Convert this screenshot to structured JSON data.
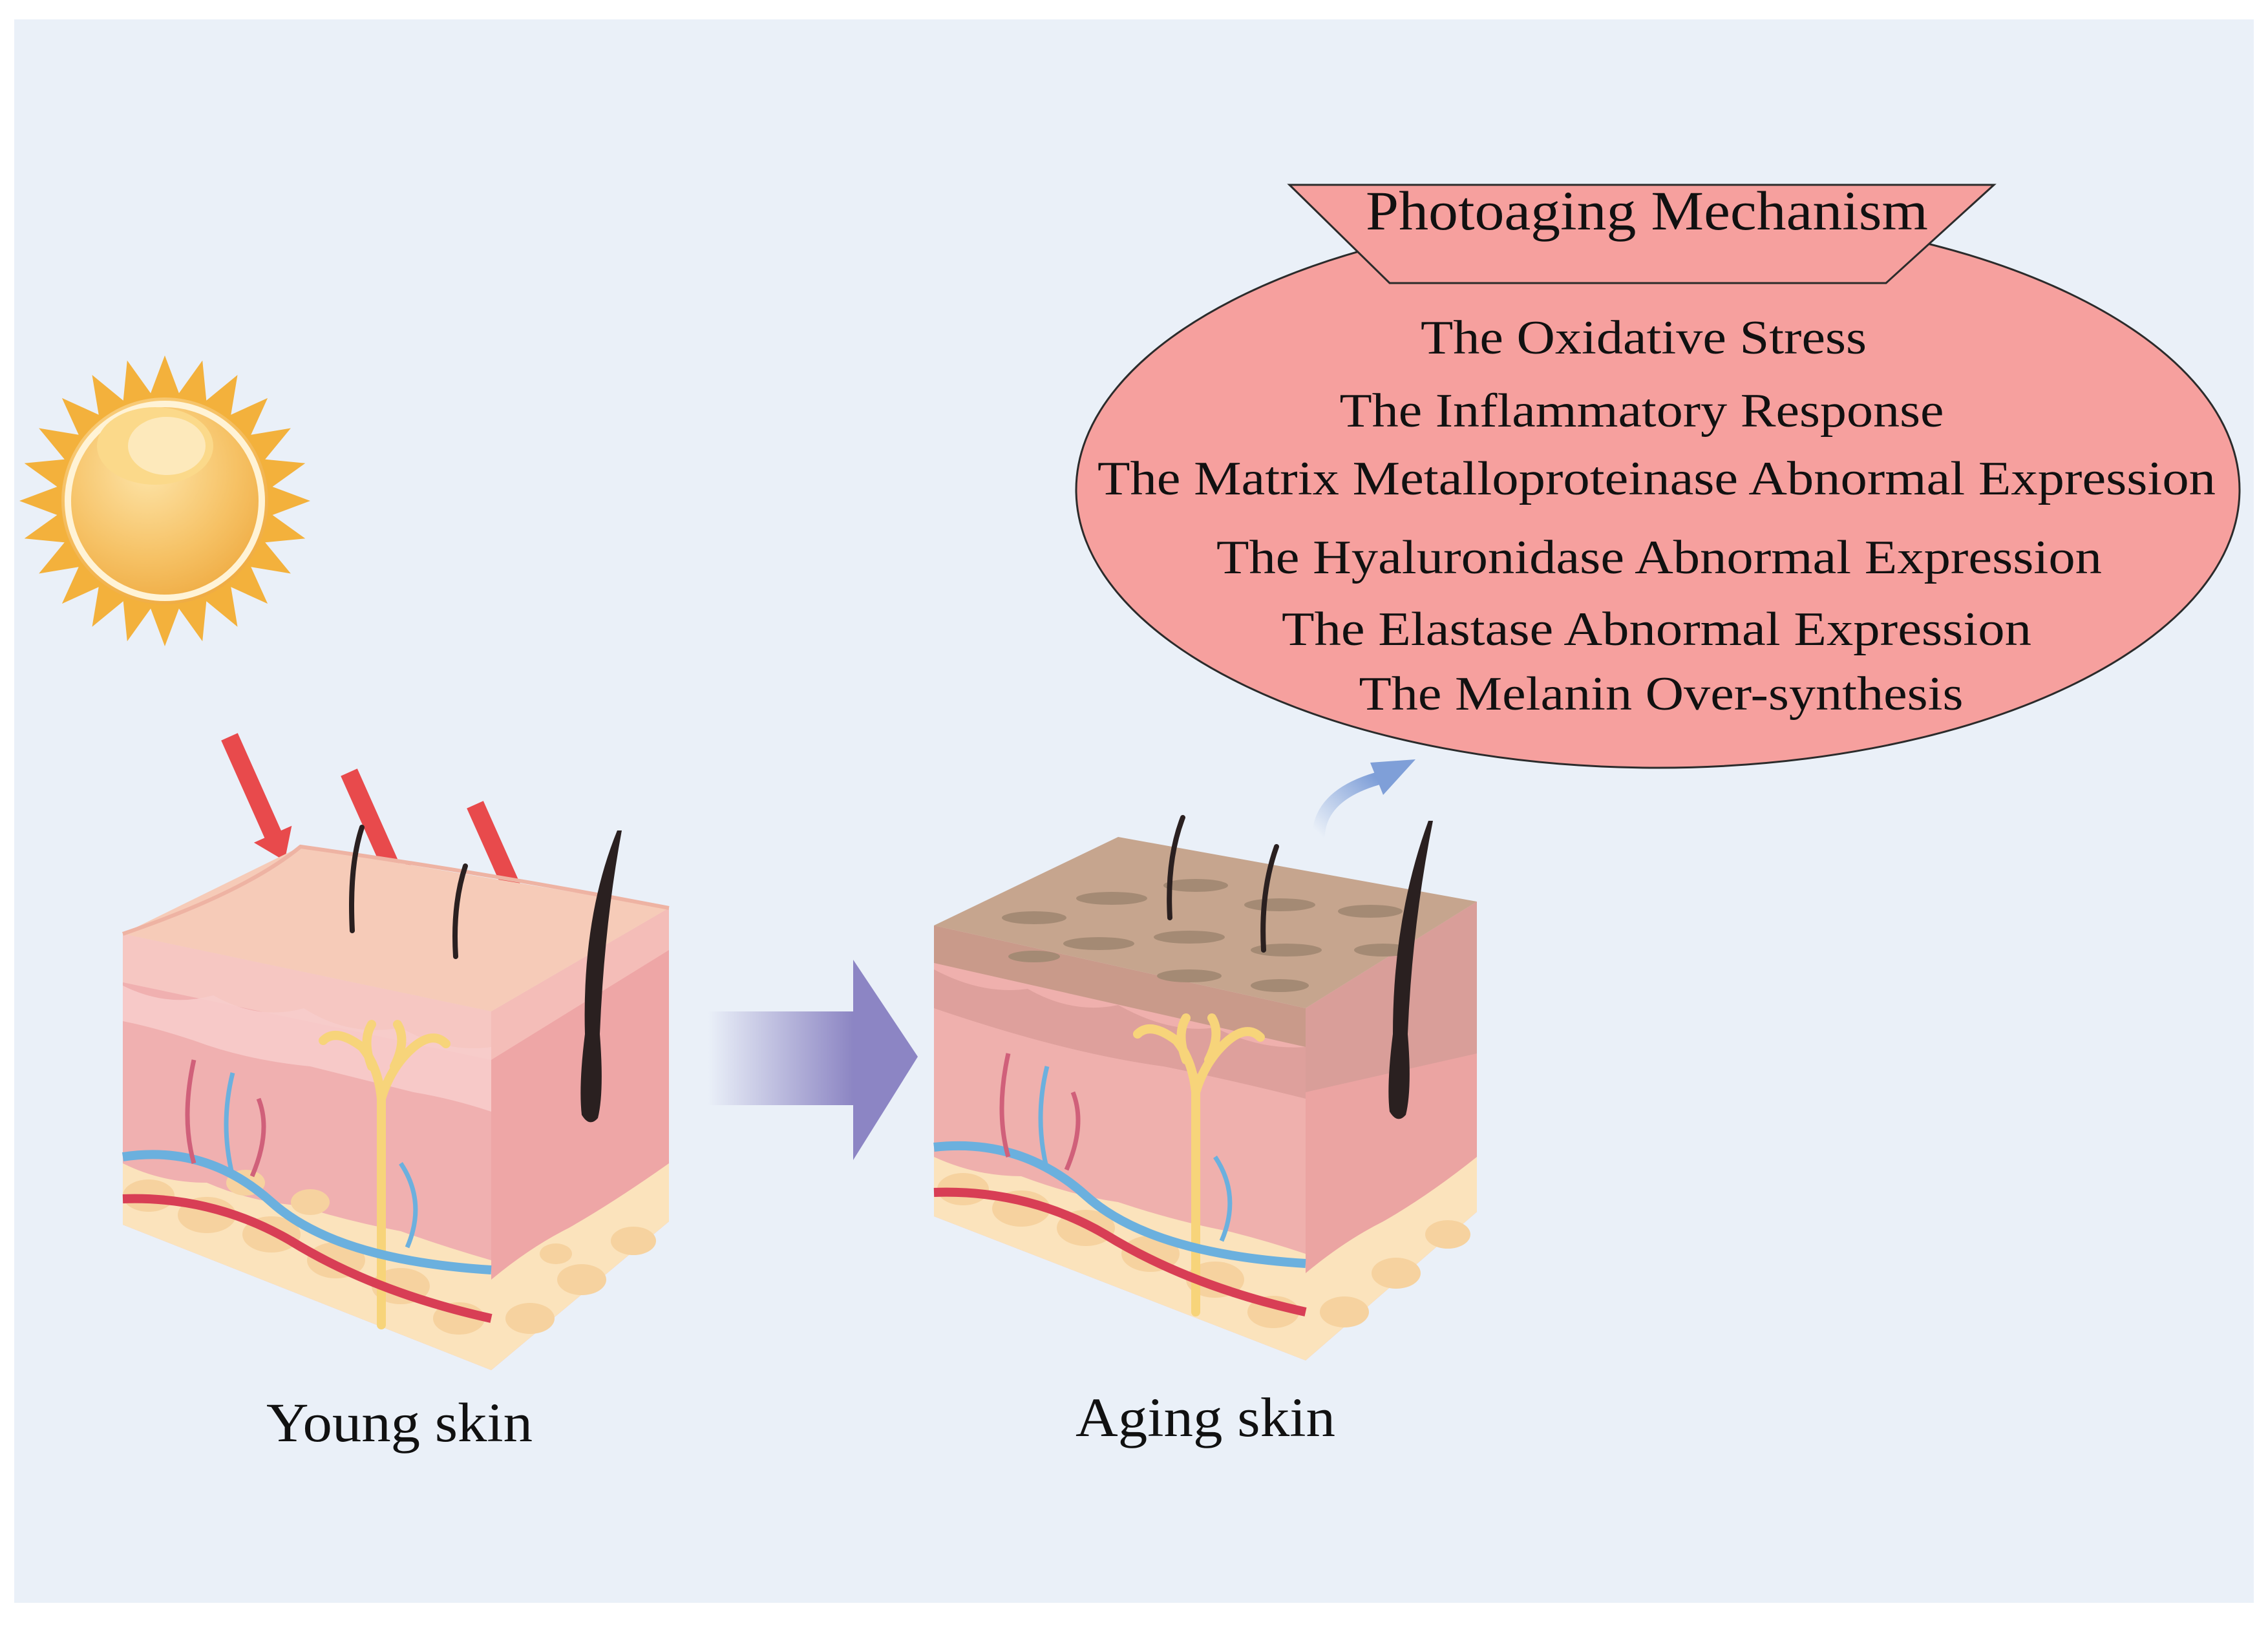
{
  "mechanism": {
    "title": "Photoaging Mechanism",
    "items": [
      "The Oxidative Stress",
      "The Inflammatory Response",
      "The Matrix Metalloproteinase Abnormal Expression",
      "The Hyaluronidase Abnormal Expression",
      "The Elastase Abnormal Expression",
      "The Melanin Over-synthesis"
    ]
  },
  "labels": {
    "young": "Young skin",
    "aging": "Aging skin"
  },
  "colors": {
    "background": "#eaf0f8",
    "bubble": "#f6a09e",
    "uv_arrow": "#e84a4c",
    "transition_arrow": "#8c85c4",
    "sun_core": "#f6bf5a",
    "sun_rays": "#f3b13c"
  },
  "icons": [
    "sun-icon",
    "uv-ray-arrow-icon",
    "transition-arrow-icon",
    "hair-icon"
  ]
}
